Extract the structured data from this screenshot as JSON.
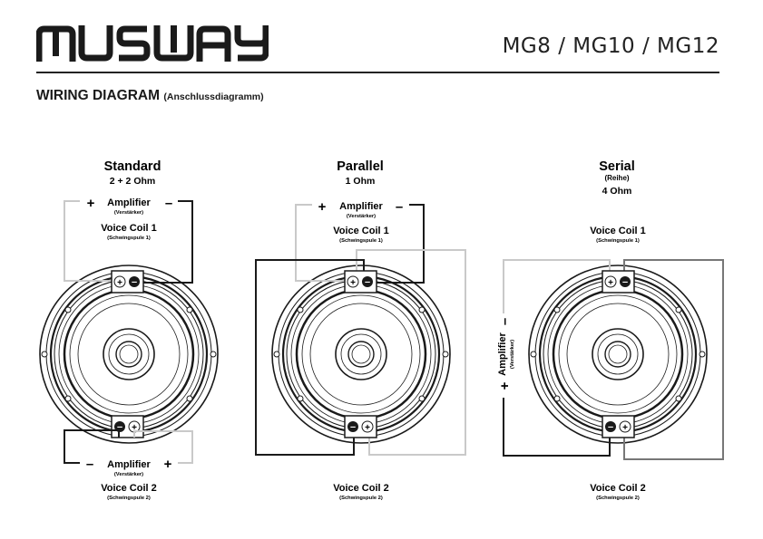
{
  "header": {
    "brand": "MUSWAY",
    "models": "MG8 / MG10 / MG12",
    "title": "WIRING DIAGRAM",
    "title_sub": "(Anschlussdiagramm)"
  },
  "colors": {
    "ink": "#1a1a1a",
    "wire_negative": "#1a1a1a",
    "wire_positive": "#c9c9c9",
    "wire_serial_link": "#777777"
  },
  "diagrams": {
    "standard": {
      "title": "Standard",
      "impedance": "2 + 2 Ohm",
      "amp_top_label": "Amplifier",
      "amp_top_sub": "(Verstärker)",
      "coil1_label": "Voice Coil 1",
      "coil1_sub": "(Schwingspule 1)",
      "amp_bottom_label": "Amplifier",
      "amp_bottom_sub": "(Verstärker)",
      "coil2_label": "Voice Coil 2",
      "coil2_sub": "(Schwingspule 2)"
    },
    "parallel": {
      "title": "Parallel",
      "impedance": "1 Ohm",
      "amp_label": "Amplifier",
      "amp_sub": "(Verstärker)",
      "coil1_label": "Voice Coil 1",
      "coil1_sub": "(Schwingspule 1)",
      "coil2_label": "Voice Coil 2",
      "coil2_sub": "(Schwingspule 2)"
    },
    "serial": {
      "title": "Serial",
      "title_sub": "(Reihe)",
      "impedance": "4 Ohm",
      "amp_label": "Amplifier",
      "amp_sub": "(Verstärker)",
      "coil1_label": "Voice Coil 1",
      "coil1_sub": "(Schwingspule 1)",
      "coil2_label": "Voice Coil 2",
      "coil2_sub": "(Schwingspule 2)"
    }
  },
  "signs": {
    "plus": "+",
    "minus": "–"
  }
}
